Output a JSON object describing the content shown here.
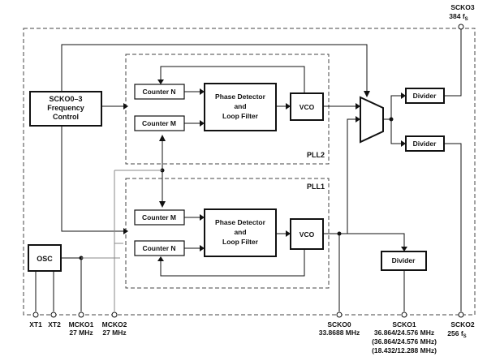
{
  "blocks": {
    "sck_control": [
      "SCKO0–3",
      "Frequency",
      "Control"
    ],
    "pll2": {
      "label": "PLL2",
      "counter_n": "Counter N",
      "counter_m": "Counter M",
      "phase_detector": [
        "Phase Detector",
        "and",
        "Loop Filter"
      ],
      "vco": "VCO"
    },
    "pll1": {
      "label": "PLL1",
      "counter_m": "Counter M",
      "counter_n": "Counter N",
      "phase_detector": [
        "Phase Detector",
        "and",
        "Loop Filter"
      ],
      "vco": "VCO"
    },
    "osc": "OSC",
    "divider_top": "Divider",
    "divider_mid": "Divider",
    "divider_low": "Divider"
  },
  "pins": {
    "xt1": "XT1",
    "xt2": "XT2",
    "mcko1": [
      "MCKO1",
      "27 MHz"
    ],
    "mcko2": [
      "MCKO2",
      "27 MHz"
    ],
    "scko0": [
      "SCKO0",
      "33.8688 MHz"
    ],
    "scko1": [
      "SCKO1",
      "36.864/24.576 MHz",
      "(36.864/24.576 MHz)",
      "(18.432/12.288 MHz)"
    ],
    "scko2": [
      "SCKO2",
      "256 f",
      "S"
    ],
    "scko3": [
      "SCKO3",
      "384 f",
      "S"
    ]
  }
}
